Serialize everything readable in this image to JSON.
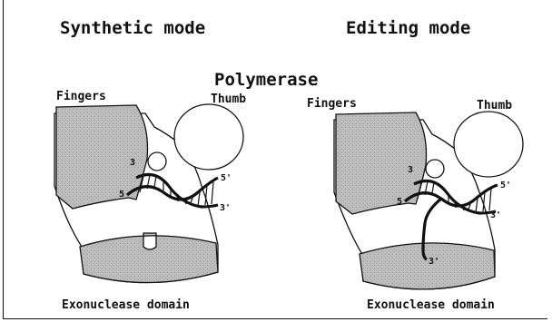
{
  "headers": {
    "synthetic": "Synthetic mode",
    "editing": "Editing mode",
    "polymerase": "Polymerase"
  },
  "left_panel": {
    "fingers": "Fingers",
    "thumb": "Thumb",
    "exonuclease": "Exonuclease domain",
    "strand_labels": {
      "three_prime_top": "3",
      "five_prime_left": "5",
      "five_prime_right": "5'",
      "three_prime_right": "3'"
    }
  },
  "right_panel": {
    "fingers": "Fingers",
    "thumb": "Thumb",
    "exonuclease": "Exonuclease domain",
    "strand_labels": {
      "three_prime_top": "3",
      "five_prime_left": "5",
      "five_prime_right": "5'",
      "three_prime_right": "3'",
      "three_prime_exo": "3'"
    }
  },
  "colors": {
    "domain_fill": "#b8b8b8",
    "outline": "#111111",
    "background": "#ffffff"
  }
}
